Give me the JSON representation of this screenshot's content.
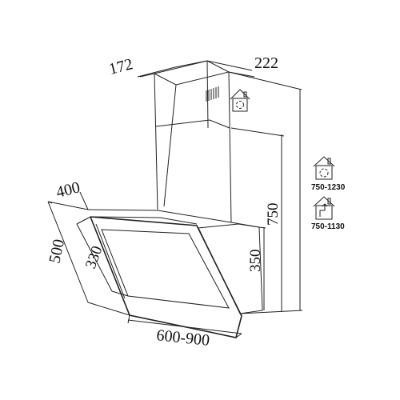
{
  "dimensions": {
    "chimney_depth": "172",
    "chimney_width": "222",
    "canopy_depth": "400",
    "glass_diagonal": "500",
    "glass_width": "330",
    "body_height": "350",
    "chimney_height": "750",
    "hood_width": "600-900"
  },
  "legend": {
    "recirculation_range": "750-1230",
    "extraction_range": "750-1130"
  },
  "icons": {
    "house_recirculation": "house-recirculation-icon",
    "house_extraction": "house-extraction-icon"
  }
}
